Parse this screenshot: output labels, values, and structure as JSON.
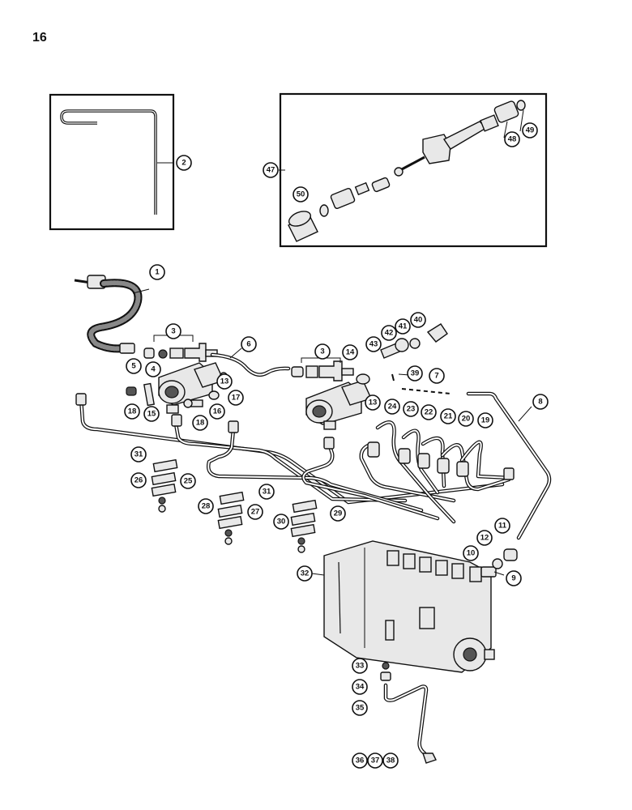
{
  "page": {
    "number": "16"
  },
  "callouts": {
    "c1": "1",
    "c2": "2",
    "c3a": "3",
    "c3b": "3",
    "c4": "4",
    "c5": "5",
    "c6": "6",
    "c7": "7",
    "c8": "8",
    "c9": "9",
    "c10": "10",
    "c11": "11",
    "c12": "12",
    "c13a": "13",
    "c13b": "13",
    "c14": "14",
    "c15": "15",
    "c16": "16",
    "c17": "17",
    "c18a": "18",
    "c18b": "18",
    "c19": "19",
    "c20": "20",
    "c21": "21",
    "c22": "22",
    "c23": "23",
    "c24": "24",
    "c25": "25",
    "c26": "26",
    "c27": "27",
    "c28": "28",
    "c29": "29",
    "c30": "30",
    "c31a": "31",
    "c31b": "31",
    "c32": "32",
    "c33": "33",
    "c34": "34",
    "c35": "35",
    "c36": "36",
    "c37": "37",
    "c38": "38",
    "c39": "39",
    "c40": "40",
    "c41": "41",
    "c42": "42",
    "c43": "43",
    "c47": "47",
    "c48": "48",
    "c49": "49",
    "c50": "50"
  }
}
